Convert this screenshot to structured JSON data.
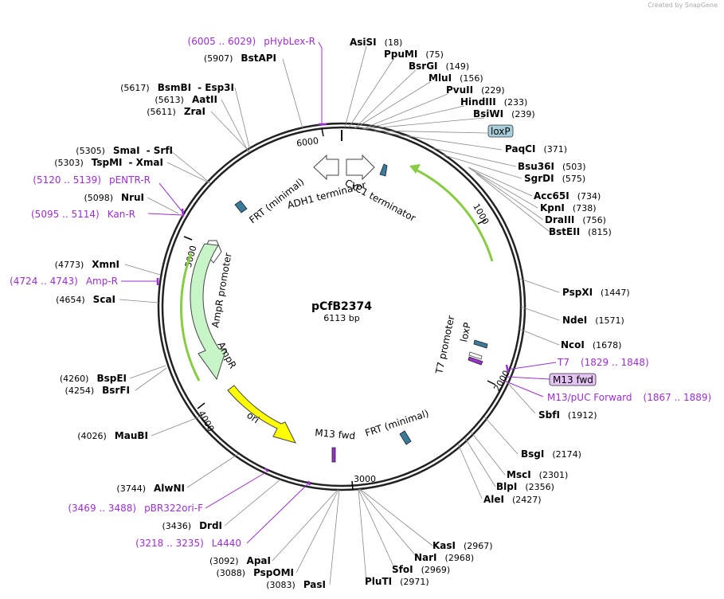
{
  "credit": {
    "prefix": "Created by",
    "brand": "SnapGene"
  },
  "plasmid": {
    "name": "pCfB2374",
    "length_label": "6113 bp",
    "length": 6113
  },
  "ticks": [
    "1000",
    "2000",
    "3000",
    "4000",
    "5000",
    "6000"
  ],
  "enzymes": [
    {
      "name": "AsiSI",
      "pos": "(18)"
    },
    {
      "name": "PpuMI",
      "pos": "(75)"
    },
    {
      "name": "BsrGI",
      "pos": "(149)"
    },
    {
      "name": "MluI",
      "pos": "(156)"
    },
    {
      "name": "PvuII",
      "pos": "(229)"
    },
    {
      "name": "HindIII",
      "pos": "(233)"
    },
    {
      "name": "BsiWI",
      "pos": "(239)"
    },
    {
      "name": "PaqCI",
      "pos": "(371)"
    },
    {
      "name": "Bsu36I",
      "pos": "(503)"
    },
    {
      "name": "SgrDI",
      "pos": "(575)"
    },
    {
      "name": "Acc65I",
      "pos": "(734)"
    },
    {
      "name": "KpnI",
      "pos": "(738)"
    },
    {
      "name": "DraIII",
      "pos": "(756)"
    },
    {
      "name": "BstEII",
      "pos": "(815)"
    },
    {
      "name": "PspXI",
      "pos": "(1447)"
    },
    {
      "name": "NdeI",
      "pos": "(1571)"
    },
    {
      "name": "NcoI",
      "pos": "(1678)"
    },
    {
      "name": "SbfI",
      "pos": "(1912)"
    },
    {
      "name": "BsgI",
      "pos": "(2174)"
    },
    {
      "name": "MscI",
      "pos": "(2301)"
    },
    {
      "name": "BlpI",
      "pos": "(2356)"
    },
    {
      "name": "AleI",
      "pos": "(2427)"
    },
    {
      "name": "KasI",
      "pos": "(2967)"
    },
    {
      "name": "NarI",
      "pos": "(2968)"
    },
    {
      "name": "SfoI",
      "pos": "(2969)"
    },
    {
      "name": "PluTI",
      "pos": "(2971)"
    },
    {
      "name": "PasI",
      "pos": "(3083)"
    },
    {
      "name": "PspOMI",
      "pos": "(3088)"
    },
    {
      "name": "ApaI",
      "pos": "(3092)"
    },
    {
      "name": "DrdI",
      "pos": "(3436)"
    },
    {
      "name": "AlwNI",
      "pos": "(3744)"
    },
    {
      "name": "MauBI",
      "pos": "(4026)"
    },
    {
      "name": "BsrFI",
      "pos": "(4254)"
    },
    {
      "name": "BspEI",
      "pos": "(4260)"
    },
    {
      "name": "ScaI",
      "pos": "(4654)"
    },
    {
      "name": "XmnI",
      "pos": "(4773)"
    },
    {
      "name": "NruI",
      "pos": "(5098)"
    },
    {
      "name": "TspMI",
      "pos": "(5303)",
      "suffix": "- XmaI"
    },
    {
      "name": "SmaI",
      "pos": "(5305)",
      "suffix": "- SrfI"
    },
    {
      "name": "ZraI",
      "pos": "(5611)"
    },
    {
      "name": "AatII",
      "pos": "(5613)"
    },
    {
      "name": "BsmBI",
      "pos": "(5617)",
      "suffix": "- Esp3I"
    },
    {
      "name": "BstAPI",
      "pos": "(5907)"
    }
  ],
  "primers": [
    {
      "name": "pHybLex-R",
      "range": "(6005 .. 6029)"
    },
    {
      "name": "pENTR-R",
      "range": "(5120 .. 5139)"
    },
    {
      "name": "Kan-R",
      "range": "(5095 .. 5114)"
    },
    {
      "name": "Amp-R",
      "range": "(4724 .. 4743)"
    },
    {
      "name": "pBR322ori-F",
      "range": "(3469 .. 3488)"
    },
    {
      "name": "L4440",
      "range": "(3218 .. 3235)"
    },
    {
      "name": "T7",
      "range": "(1829 .. 1848)"
    },
    {
      "name": "M13/pUC Forward",
      "range": "(1867 .. 1889)"
    }
  ],
  "boxed_features": [
    {
      "name": "loxP",
      "color": "#a8d0dc"
    },
    {
      "name": "M13 fwd",
      "color": "#e4c4f4"
    }
  ],
  "features": [
    {
      "name": "CYC1 terminator"
    },
    {
      "name": "ADH1 terminator"
    },
    {
      "name": "FRT (minimal)"
    },
    {
      "name": "AmpR promoter"
    },
    {
      "name": "AmpR"
    },
    {
      "name": "ori"
    },
    {
      "name": "M13 fwd"
    },
    {
      "name": "FRT (minimal)"
    },
    {
      "name": "T7 promoter"
    },
    {
      "name": "loxP"
    }
  ],
  "colors": {
    "primer": "#9b30d0",
    "ori": "#ffff00",
    "ampr": "#c8f5c8",
    "terminator": "#ffffff",
    "small_feature": "#3a7a9a",
    "orf_arrow": "#88cc44"
  }
}
